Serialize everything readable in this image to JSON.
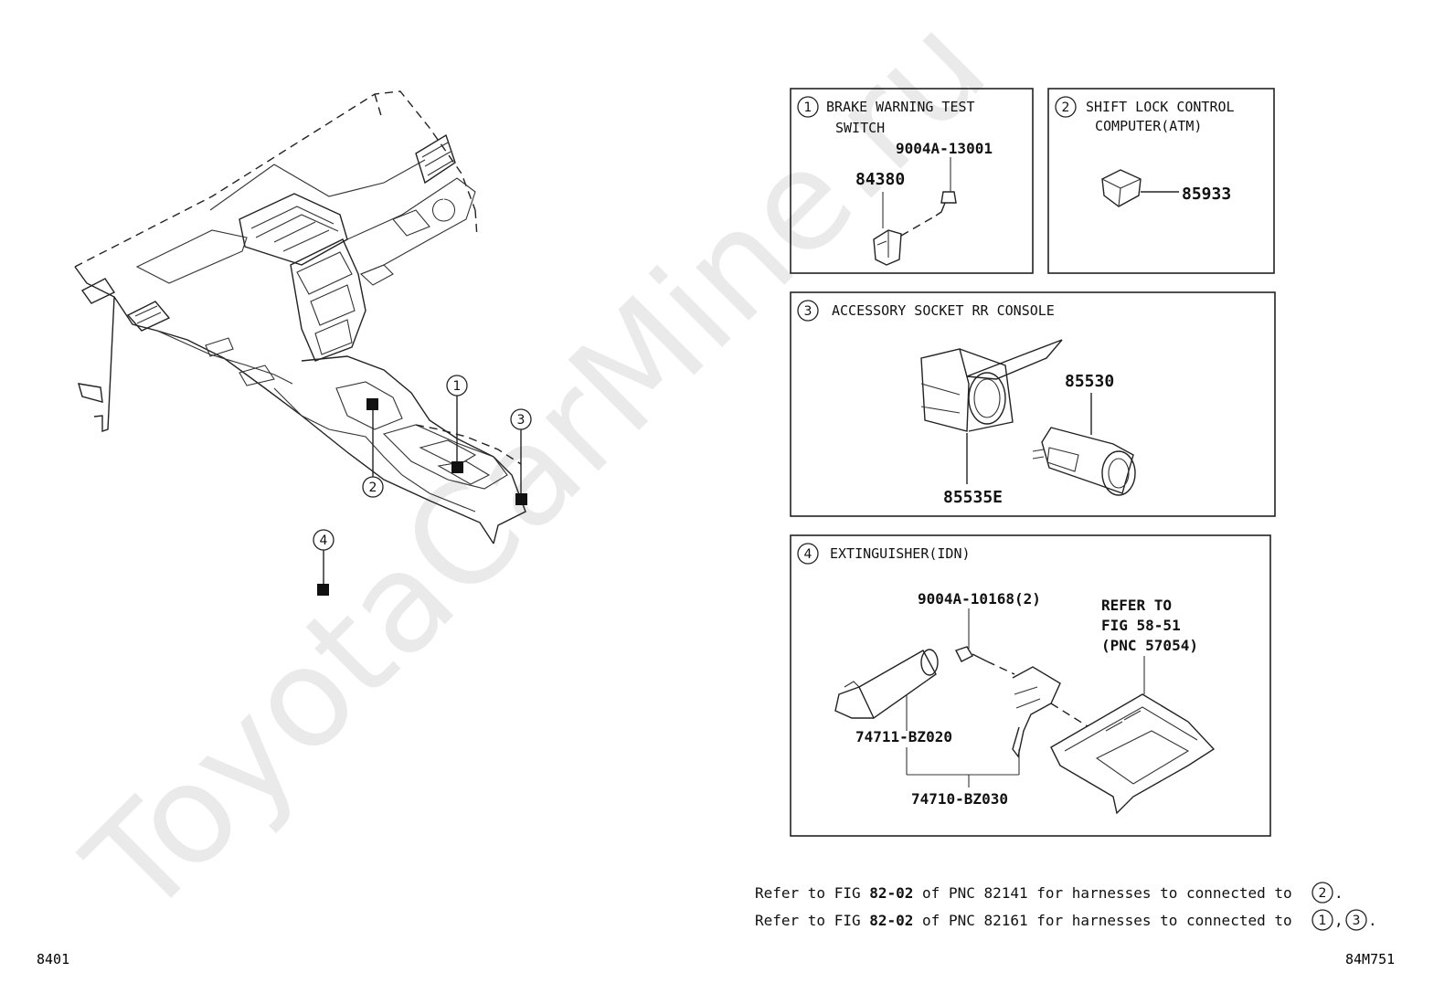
{
  "watermark": "ToyotaCarMine.ru",
  "page_left_code": "8401",
  "page_right_code": "84M751",
  "overview": {
    "callouts": [
      "1",
      "2",
      "3",
      "4"
    ]
  },
  "panels": {
    "p1": {
      "number": "1",
      "title_line1": "BRAKE WARNING TEST",
      "title_line2": "SWITCH",
      "parts": [
        "9004A-13001",
        "84380"
      ]
    },
    "p2": {
      "number": "2",
      "title_line1": "SHIFT LOCK CONTROL",
      "title_line2": "COMPUTER(ATM)",
      "parts": [
        "85933"
      ]
    },
    "p3": {
      "number": "3",
      "title_line1": "ACCESSORY SOCKET RR CONSOLE",
      "parts": [
        "85530",
        "85535E"
      ]
    },
    "p4": {
      "number": "4",
      "title_line1": "EXTINGUISHER(IDN)",
      "parts": [
        "9004A-10168(2)",
        "74711-BZ020",
        "74710-BZ030"
      ],
      "refer_lines": [
        "REFER TO",
        "FIG 58-51",
        "(PNC 57054)"
      ]
    }
  },
  "notes": {
    "line1": {
      "prefix": "Refer to FIG ",
      "fig": "82-02",
      "mid": " of PNC 82141 for harnesses to connected to ",
      "refs": [
        "2"
      ],
      "suffix": "."
    },
    "line2": {
      "prefix": "Refer to FIG ",
      "fig": "82-02",
      "mid": " of PNC 82161 for harnesses to connected to ",
      "refs": [
        "1",
        "3"
      ],
      "suffix": "."
    }
  }
}
